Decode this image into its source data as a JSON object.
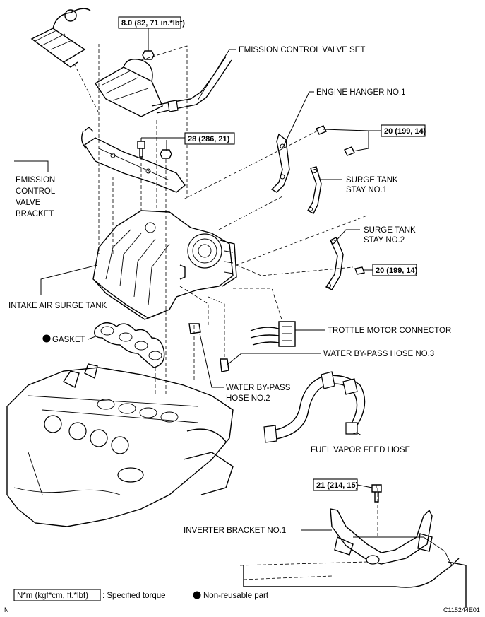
{
  "torque": {
    "valve_set": "8.0 (82, 71 in.*lbf)",
    "bracket": "28 (286, 21)",
    "hanger": "20 (199, 14)",
    "stay2": "20 (199, 14)",
    "inverter": "21 (214, 15)"
  },
  "labels": {
    "emission_valve_set": "EMISSION CONTROL VALVE SET",
    "engine_hanger": "ENGINE HANGER NO.1",
    "surge_stay1_line1": "SURGE TANK",
    "surge_stay1_line2": "STAY NO.1",
    "surge_stay2_line1": "SURGE TANK",
    "surge_stay2_line2": "STAY NO.2",
    "bracket_line1": "EMISSION",
    "bracket_line2": "CONTROL",
    "bracket_line3": "VALVE",
    "bracket_line4": "BRACKET",
    "surge_tank": "INTAKE AIR SURGE TANK",
    "gasket": "GASKET",
    "throttle_connector": "TROTTLE MOTOR CONNECTOR",
    "water_hose3": "WATER BY-PASS HOSE NO.3",
    "water_hose2_line1": "WATER BY-PASS",
    "water_hose2_line2": "HOSE NO.2",
    "fuel_vapor_hose": "FUEL VAPOR FEED HOSE",
    "inverter_bracket": "INVERTER BRACKET NO.1"
  },
  "legend": {
    "torque_box": "N*m (kgf*cm, ft.*lbf)",
    "torque_text": ": Specified torque",
    "nonreusable_text": "Non-reusable part"
  },
  "footer": {
    "left_mark": "N",
    "figure_code": "C115244E01"
  },
  "colors": {
    "ink": "#000000",
    "paper": "#ffffff"
  }
}
